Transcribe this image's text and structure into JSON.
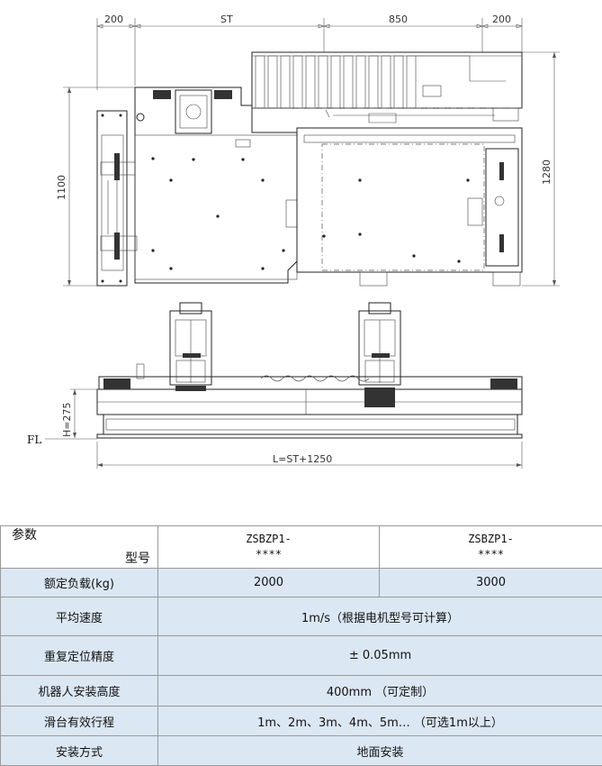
{
  "drawing": {
    "top_dims": [
      "200",
      "ST",
      "850",
      "200"
    ],
    "height_plan": "1100",
    "height_total": "1280",
    "height_side": "H=275",
    "floor_label": "FL",
    "length_label": "L=ST+1250"
  },
  "table": {
    "header_top": "型号",
    "header_bottom": "参数",
    "models": [
      "ZSBZP1-\n****",
      "ZSBZP1-\n****"
    ],
    "rows": [
      {
        "label": "额定负载(kg)",
        "values": [
          "2000",
          "3000"
        ]
      },
      {
        "label": "平均速度",
        "value": "1m/s（根据电机型号可计算）"
      },
      {
        "label": "重复定位精度",
        "value": "± 0.05mm"
      },
      {
        "label": "机器人安装高度",
        "value": "400mm （可定制）"
      },
      {
        "label": "滑台有效行程",
        "value": "1m、2m、3m、4m、5m… （可选1m以上）"
      },
      {
        "label": "安装方式",
        "value": "地面安装"
      }
    ]
  }
}
